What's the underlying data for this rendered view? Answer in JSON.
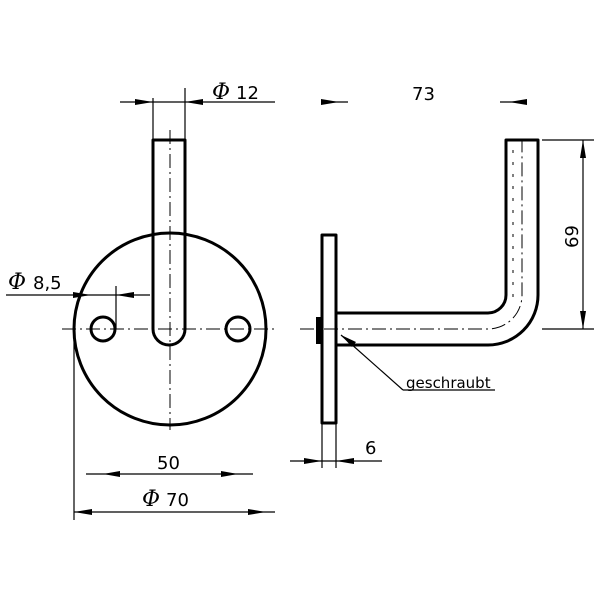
{
  "labels": {
    "tube_diameter": "12",
    "hole_diameter": "8,5",
    "hole_spacing": "50",
    "plate_diameter": "70",
    "projection": "73",
    "height": "69",
    "plate_thickness": "6",
    "screwed_note": "geschraubt",
    "diameter_symbol": "Φ"
  }
}
